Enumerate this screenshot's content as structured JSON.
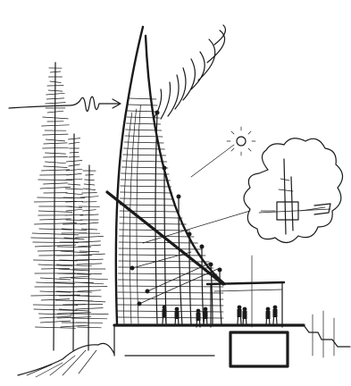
{
  "drawing": {
    "ink_color": "#1a1a1a",
    "paper_color": "#ffffff",
    "elements": [
      "wind-arrow",
      "sound-wave-arcs",
      "sun-symbol",
      "tree-cloud",
      "trees",
      "curved-facade",
      "people-figures",
      "ground-line",
      "basement-box"
    ]
  }
}
